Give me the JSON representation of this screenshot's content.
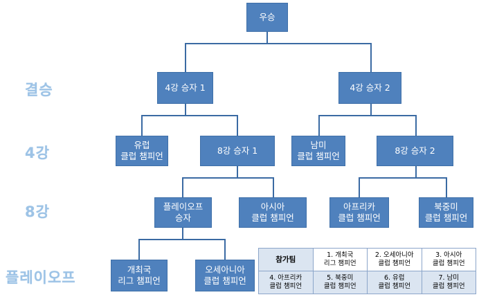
{
  "diagram": {
    "nodes": {
      "champion": "우승",
      "final_winner_1": "4강 승자 1",
      "final_winner_2": "4강 승자 2",
      "europe": "유럽\n클럽 챔피언",
      "qf_winner_1": "8강 승자 1",
      "south_america": "남미\n클럽 챔피언",
      "qf_winner_2": "8강 승자 2",
      "playoff_winner": "플레이오프\n승자",
      "asia": "아시아\n클럽 챔피언",
      "africa": "아프리카\n클럽 챔피언",
      "north_central_america": "북중미\n클럽 챔피언",
      "host_league": "개최국\n리그 챔피언",
      "oceania": "오세아니아\n클럽 챔피언"
    },
    "rounds": {
      "final": "결승",
      "semifinal": "4강",
      "quarterfinal": "8강",
      "playoff": "플레이오프"
    }
  },
  "teams_table": {
    "header": "참가팀",
    "rows": [
      [
        "1. 개최국\n리그 챔피언",
        "2. 오세아니아\n클럽 챔피언",
        "3. 아시아\n클럽 챔피언"
      ],
      [
        "4. 아프리카\n클럽 챔피언",
        "5. 북중미\n클럽 챔피언",
        "6. 유럽\n클럽 챔피언",
        "7. 남미\n클럽 챔피언"
      ]
    ]
  }
}
